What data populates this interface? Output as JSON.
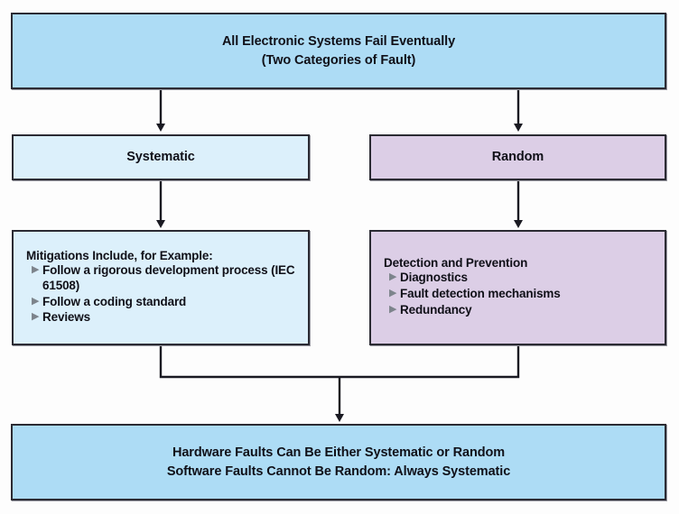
{
  "diagram": {
    "title": "All Electronic Systems Fail Eventually (Two Categories of Fault)",
    "colors": {
      "fill_blue": "#addcf5",
      "fill_light_blue": "#dcf0fb",
      "fill_purple": "#dccee6",
      "border": "#2b2b33",
      "bullet": "#7d848c",
      "background": "#fdfdfd"
    },
    "root": {
      "line1": "All Electronic Systems Fail Eventually",
      "line2": "(Two Categories of Fault)"
    },
    "branch_left": {
      "label": "Systematic"
    },
    "branch_right": {
      "label": "Random"
    },
    "detail_left": {
      "heading": "Mitigations Include, for Example:",
      "bullet_glyph": "▶",
      "items": [
        "Follow a rigorous development process (IEC 61508)",
        "Follow a coding standard",
        "Reviews"
      ]
    },
    "detail_right": {
      "heading": "Detection and Prevention",
      "bullet_glyph": "▶",
      "items": [
        "Diagnostics",
        "Fault detection mechanisms",
        "Redundancy"
      ]
    },
    "conclusion": {
      "line1": "Hardware Faults Can Be Either Systematic or Random",
      "line2": "Software Faults Cannot Be Random: Always Systematic"
    }
  }
}
